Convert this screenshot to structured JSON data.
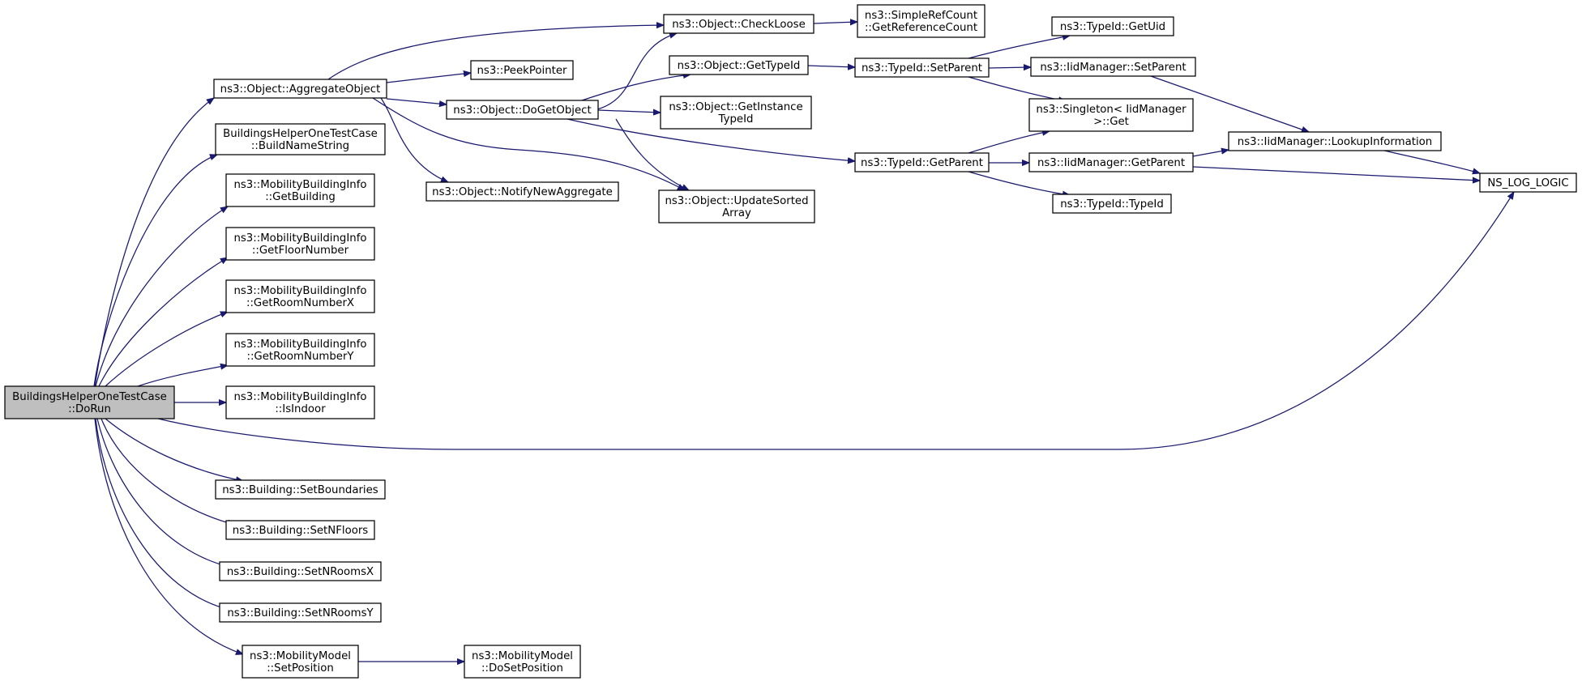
{
  "colors": {
    "edge": "#191970",
    "root_fill": "#bfbfbf",
    "node_fill": "#ffffff",
    "node_border": "#000000"
  },
  "nodes": {
    "dorun": {
      "lines": [
        "BuildingsHelperOneTestCase",
        "::DoRun"
      ],
      "root": true
    },
    "aggregate": {
      "lines": [
        "ns3::Object::AggregateObject"
      ]
    },
    "buildname": {
      "lines": [
        "BuildingsHelperOneTestCase",
        "::BuildNameString"
      ]
    },
    "getbuilding": {
      "lines": [
        "ns3::MobilityBuildingInfo",
        "::GetBuilding"
      ]
    },
    "getfloor": {
      "lines": [
        "ns3::MobilityBuildingInfo",
        "::GetFloorNumber"
      ]
    },
    "getroomx": {
      "lines": [
        "ns3::MobilityBuildingInfo",
        "::GetRoomNumberX"
      ]
    },
    "getroomy": {
      "lines": [
        "ns3::MobilityBuildingInfo",
        "::GetRoomNumberY"
      ]
    },
    "isindoor": {
      "lines": [
        "ns3::MobilityBuildingInfo",
        "::IsIndoor"
      ]
    },
    "setbounds": {
      "lines": [
        "ns3::Building::SetBoundaries"
      ]
    },
    "setnfloors": {
      "lines": [
        "ns3::Building::SetNFloors"
      ]
    },
    "setnroomsx": {
      "lines": [
        "ns3::Building::SetNRoomsX"
      ]
    },
    "setnroomsy": {
      "lines": [
        "ns3::Building::SetNRoomsY"
      ]
    },
    "setposition": {
      "lines": [
        "ns3::MobilityModel",
        "::SetPosition"
      ]
    },
    "dosetposition": {
      "lines": [
        "ns3::MobilityModel",
        "::DoSetPosition"
      ]
    },
    "peekpointer": {
      "lines": [
        "ns3::PeekPointer"
      ]
    },
    "dogetobject": {
      "lines": [
        "ns3::Object::DoGetObject"
      ]
    },
    "notify": {
      "lines": [
        "ns3::Object::NotifyNewAggregate"
      ]
    },
    "checkloose": {
      "lines": [
        "ns3::Object::CheckLoose"
      ]
    },
    "getrefcount": {
      "lines": [
        "ns3::SimpleRefCount",
        "::GetReferenceCount"
      ]
    },
    "gettypeid": {
      "lines": [
        "ns3::Object::GetTypeId"
      ]
    },
    "getinstance": {
      "lines": [
        "ns3::Object::GetInstance",
        "TypeId"
      ]
    },
    "updatesorted": {
      "lines": [
        "ns3::Object::UpdateSorted",
        "Array"
      ]
    },
    "setparent": {
      "lines": [
        "ns3::TypeId::SetParent"
      ]
    },
    "getparent": {
      "lines": [
        "ns3::TypeId::GetParent"
      ]
    },
    "getuid": {
      "lines": [
        "ns3::TypeId::GetUid"
      ]
    },
    "iid_setparent": {
      "lines": [
        "ns3::IidManager::SetParent"
      ]
    },
    "singleton": {
      "lines": [
        "ns3::Singleton< IidManager",
        " >::Get"
      ]
    },
    "iid_getparent": {
      "lines": [
        "ns3::IidManager::GetParent"
      ]
    },
    "typeid": {
      "lines": [
        "ns3::TypeId::TypeId"
      ]
    },
    "lookup": {
      "lines": [
        "ns3::IidManager::LookupInformation"
      ]
    },
    "nslog": {
      "lines": [
        "NS_LOG_LOGIC"
      ]
    }
  }
}
